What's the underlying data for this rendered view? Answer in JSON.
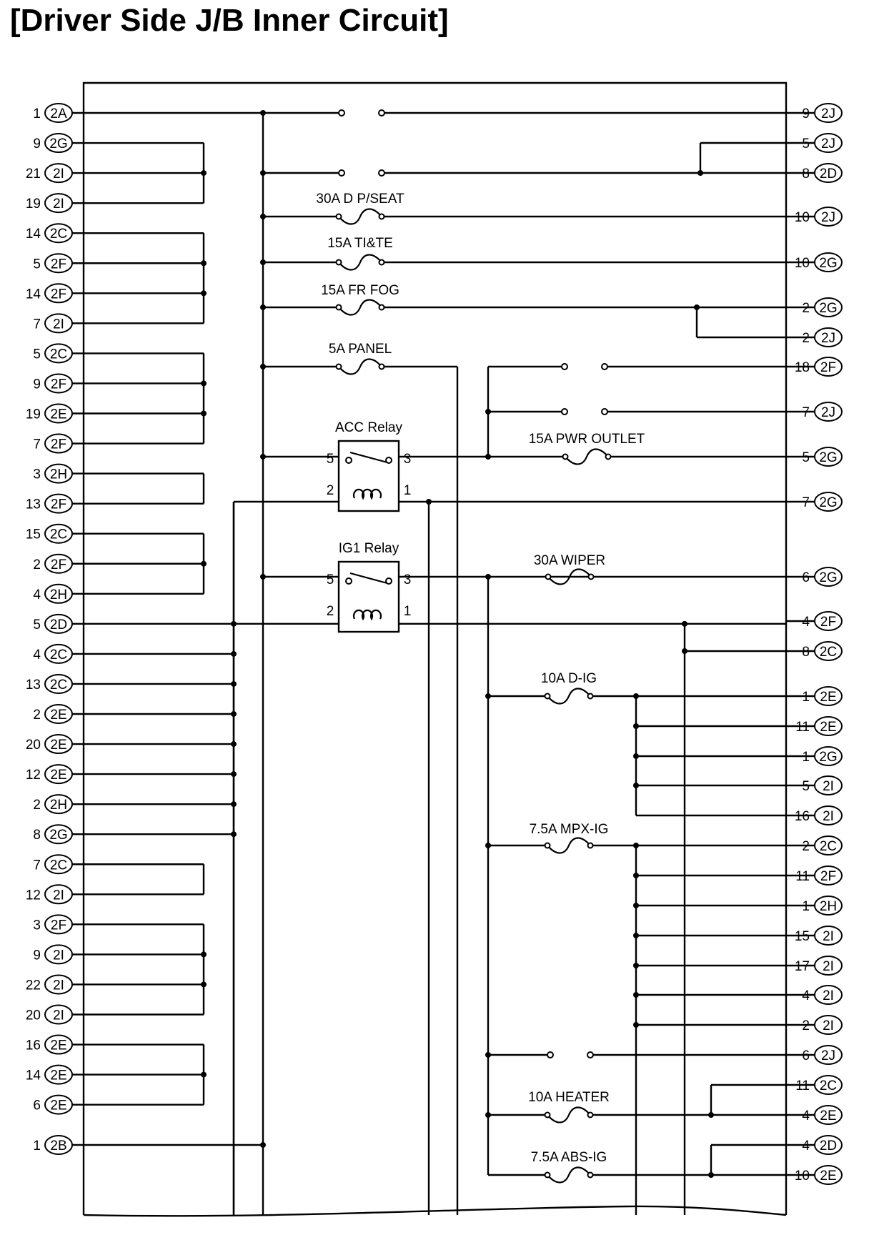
{
  "title": "[Driver Side J/B Inner Circuit]",
  "left_pins": [
    {
      "pin": "1",
      "conn": "2A"
    },
    {
      "pin": "9",
      "conn": "2G"
    },
    {
      "pin": "21",
      "conn": "2I"
    },
    {
      "pin": "19",
      "conn": "2I"
    },
    {
      "pin": "14",
      "conn": "2C"
    },
    {
      "pin": "5",
      "conn": "2F"
    },
    {
      "pin": "14",
      "conn": "2F"
    },
    {
      "pin": "7",
      "conn": "2I"
    },
    {
      "pin": "5",
      "conn": "2C"
    },
    {
      "pin": "9",
      "conn": "2F"
    },
    {
      "pin": "19",
      "conn": "2E"
    },
    {
      "pin": "7",
      "conn": "2F"
    },
    {
      "pin": "3",
      "conn": "2H"
    },
    {
      "pin": "13",
      "conn": "2F"
    },
    {
      "pin": "15",
      "conn": "2C"
    },
    {
      "pin": "2",
      "conn": "2F"
    },
    {
      "pin": "4",
      "conn": "2H"
    },
    {
      "pin": "5",
      "conn": "2D"
    },
    {
      "pin": "4",
      "conn": "2C"
    },
    {
      "pin": "13",
      "conn": "2C"
    },
    {
      "pin": "2",
      "conn": "2E"
    },
    {
      "pin": "20",
      "conn": "2E"
    },
    {
      "pin": "12",
      "conn": "2E"
    },
    {
      "pin": "2",
      "conn": "2H"
    },
    {
      "pin": "8",
      "conn": "2G"
    },
    {
      "pin": "7",
      "conn": "2C"
    },
    {
      "pin": "12",
      "conn": "2I"
    },
    {
      "pin": "3",
      "conn": "2F"
    },
    {
      "pin": "9",
      "conn": "2I"
    },
    {
      "pin": "22",
      "conn": "2I"
    },
    {
      "pin": "20",
      "conn": "2I"
    },
    {
      "pin": "16",
      "conn": "2E"
    },
    {
      "pin": "14",
      "conn": "2E"
    },
    {
      "pin": "6",
      "conn": "2E"
    },
    {
      "pin": "1",
      "conn": "2B"
    }
  ],
  "right_pins": [
    {
      "pin": "9",
      "conn": "2J"
    },
    {
      "pin": "5",
      "conn": "2J"
    },
    {
      "pin": "8",
      "conn": "2D"
    },
    {
      "pin": "10",
      "conn": "2J"
    },
    {
      "pin": "10",
      "conn": "2G"
    },
    {
      "pin": "2",
      "conn": "2G"
    },
    {
      "pin": "2",
      "conn": "2J"
    },
    {
      "pin": "18",
      "conn": "2F"
    },
    {
      "pin": "7",
      "conn": "2J"
    },
    {
      "pin": "5",
      "conn": "2G"
    },
    {
      "pin": "7",
      "conn": "2G"
    },
    {
      "pin": "6",
      "conn": "2G"
    },
    {
      "pin": "4",
      "conn": "2F"
    },
    {
      "pin": "8",
      "conn": "2C"
    },
    {
      "pin": "1",
      "conn": "2E"
    },
    {
      "pin": "11",
      "conn": "2E"
    },
    {
      "pin": "1",
      "conn": "2G"
    },
    {
      "pin": "5",
      "conn": "2I"
    },
    {
      "pin": "16",
      "conn": "2I"
    },
    {
      "pin": "2",
      "conn": "2C"
    },
    {
      "pin": "11",
      "conn": "2F"
    },
    {
      "pin": "1",
      "conn": "2H"
    },
    {
      "pin": "15",
      "conn": "2I"
    },
    {
      "pin": "17",
      "conn": "2I"
    },
    {
      "pin": "4",
      "conn": "2I"
    },
    {
      "pin": "2",
      "conn": "2I"
    },
    {
      "pin": "6",
      "conn": "2J"
    },
    {
      "pin": "11",
      "conn": "2C"
    },
    {
      "pin": "4",
      "conn": "2E"
    },
    {
      "pin": "4",
      "conn": "2D"
    },
    {
      "pin": "10",
      "conn": "2E"
    }
  ],
  "fuses": [
    {
      "label": "30A D P/SEAT"
    },
    {
      "label": "15A TI&TE"
    },
    {
      "label": "15A FR FOG"
    },
    {
      "label": "5A PANEL"
    },
    {
      "label": "15A PWR OUTLET"
    },
    {
      "label": "30A WIPER"
    },
    {
      "label": "10A D-IG"
    },
    {
      "label": "7.5A MPX-IG"
    },
    {
      "label": "10A HEATER"
    },
    {
      "label": "7.5A ABS-IG"
    }
  ],
  "relays": [
    {
      "label": "ACC Relay",
      "pins": [
        "5",
        "3",
        "2",
        "1"
      ]
    },
    {
      "label": "IG1 Relay",
      "pins": [
        "5",
        "3",
        "2",
        "1"
      ]
    }
  ]
}
